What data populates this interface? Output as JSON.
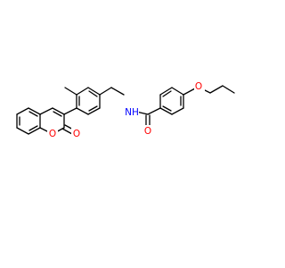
{
  "molecule": {
    "atoms": {
      "nh": {
        "label": "NH",
        "color": "#0000ff"
      },
      "o_carbonyl_amide": {
        "label": "O",
        "color": "#ff0000"
      },
      "o_ether": {
        "label": "O",
        "color": "#ff0000"
      },
      "o_ring": {
        "label": "O",
        "color": "#ff0000"
      },
      "o_carbonyl_lactone": {
        "label": "O",
        "color": "#ff0000"
      }
    },
    "bond_color": "#000000",
    "background": "#ffffff"
  }
}
